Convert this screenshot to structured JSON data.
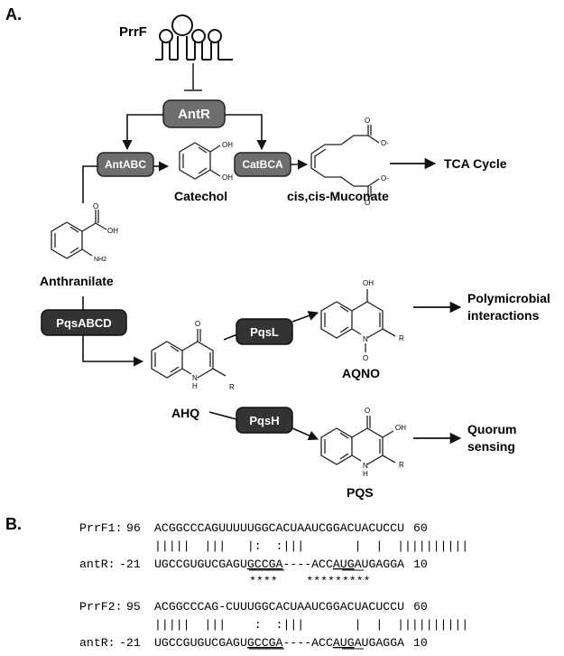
{
  "panel_a": {
    "label": "A.",
    "prrf": "PrrF",
    "enzymes": {
      "antr": "AntR",
      "antabc": "AntABC",
      "catbca": "CatBCA",
      "pqsabcd": "PqsABCD",
      "pqsl": "PqsL",
      "pqsh": "PqsH"
    },
    "compounds": {
      "catechol": "Catechol",
      "muconate": "cis,cis-Muconate",
      "anthranilate": "Anthranilate",
      "ahq": "AHQ",
      "aqno": "AQNO",
      "pqs": "PQS"
    },
    "outcomes": {
      "tca": "TCA Cycle",
      "polymicrobial_line1": "Polymicrobial",
      "polymicrobial_line2": "interactions",
      "quorum_line1": "Quorum",
      "quorum_line2": "sensing"
    },
    "atoms": {
      "oh": "OH",
      "o_minus": "O-",
      "o": "O",
      "nh2": "NH2",
      "n": "N",
      "h": "H",
      "r": "R"
    }
  },
  "panel_b": {
    "label": "B.",
    "alignments": [
      {
        "top_name": "PrrF1:",
        "top_start": "96",
        "top_seq": "ACGGCCCAGUUUUUGGCACUAAUCGGACUACUCCU",
        "top_end": "60",
        "pairs": "|||||  |||   |:  :|||       |  |  ||||||||||",
        "bottom_name": "antR:",
        "bottom_start": "-21",
        "bottom_seq_pre": "UGCCGUGUCGAGU",
        "bottom_seq_u1": "GCCGA",
        "bottom_seq_mid": "----ACC",
        "bottom_seq_u2": "AUG",
        "bottom_seq_post": "AUGAGGA",
        "bottom_end": "10",
        "stars": "****    *********"
      },
      {
        "top_name": "PrrF2:",
        "top_start": "95",
        "top_seq": "ACGGCCCAG-CUUUGGCACUAAUCGGACUACUCCU",
        "top_end": "60",
        "pairs": "|||||  |||    :  :|||       |  |  ||||||||||",
        "bottom_name": "antR:",
        "bottom_start": "-21",
        "bottom_seq_pre": "UGCCGUGUCGAGU",
        "bottom_seq_u1": "GCCGA",
        "bottom_seq_mid": "----ACC",
        "bottom_seq_u2": "AUG",
        "bottom_seq_post": "AUGAGGA",
        "bottom_end": "10"
      }
    ]
  }
}
